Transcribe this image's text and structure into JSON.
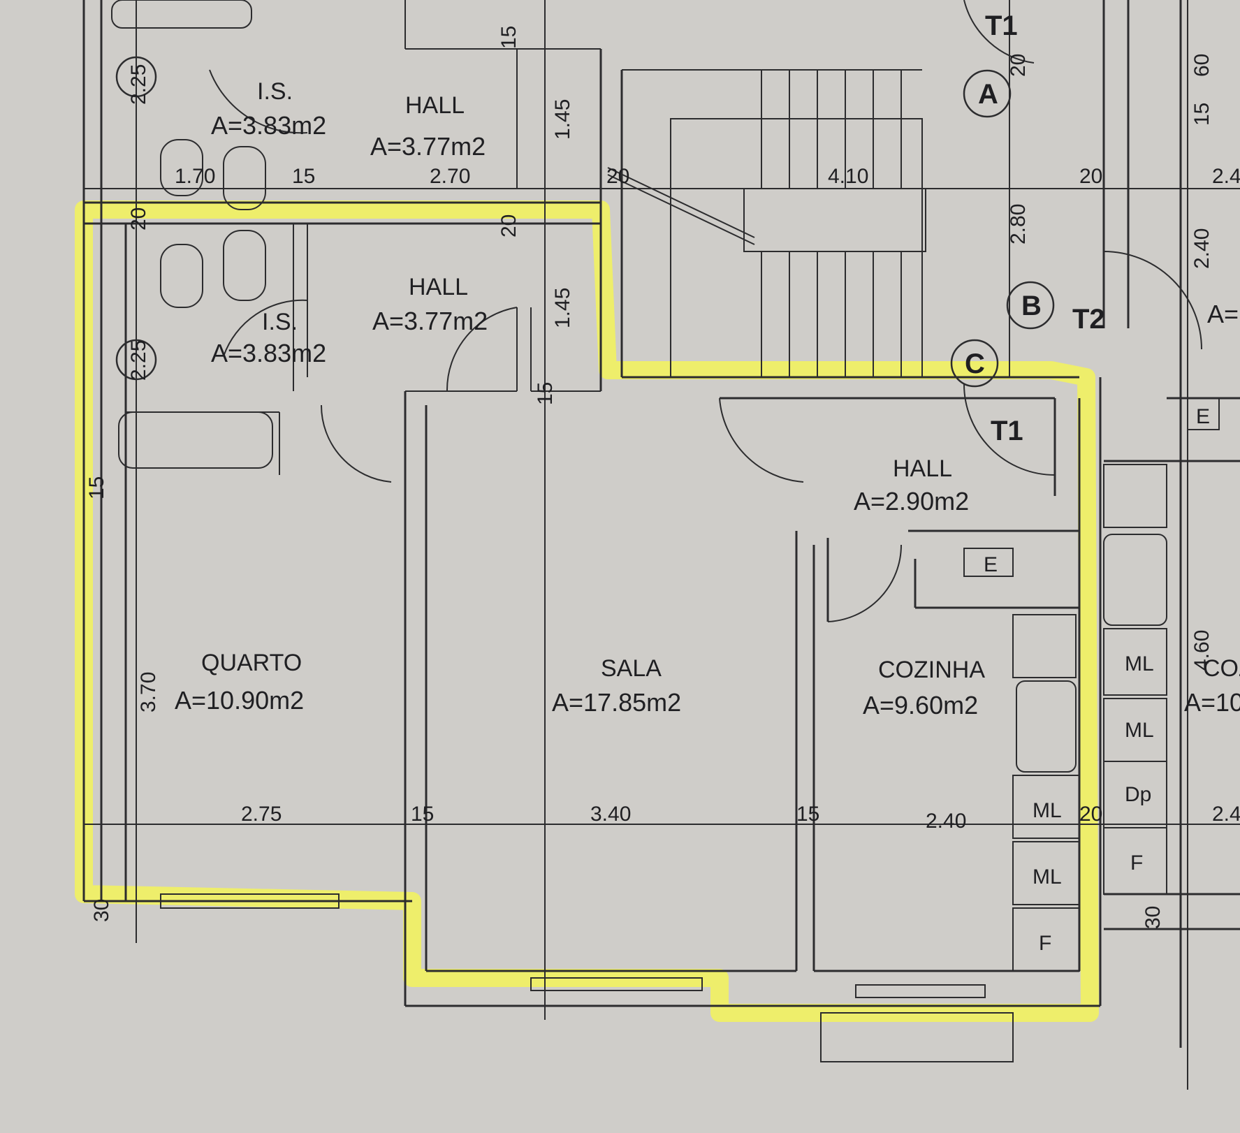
{
  "rooms": {
    "is_top": {
      "name": "I.S.",
      "area": "A=3.83m2"
    },
    "hall_top": {
      "name": "HALL",
      "area": "A=3.77m2"
    },
    "is_mid": {
      "name": "I.S.",
      "area": "A=3.83m2"
    },
    "hall_mid": {
      "name": "HALL",
      "area": "A=3.77m2"
    },
    "hall_t1": {
      "name": "HALL",
      "area": "A=2.90m2"
    },
    "quarto": {
      "name": "QUARTO",
      "area": "A=10.90m2"
    },
    "sala": {
      "name": "SALA",
      "area": "A=17.85m2"
    },
    "cozinha": {
      "name": "COZINHA",
      "area": "A=9.60m2"
    }
  },
  "dimensions": {
    "d_2_25_a": "2.25",
    "d_2_25_b": "2.25",
    "d_1_70": "1.70",
    "d_15_a": "15",
    "d_2_70": "2.70",
    "d_15_top": "15",
    "d_1_45_a": "1.45",
    "d_1_45_b": "1.45",
    "d_20_a": "20",
    "d_20_b": "20",
    "d_20_c": "20",
    "d_20_d": "20",
    "d_20_e": "20",
    "d_4_10": "4.10",
    "d_2_80": "2.80",
    "d_2_40_v": "2.40",
    "d_2_4_r": "2.4",
    "d_60": "60",
    "d_15_r": "15",
    "d_15_left": "15",
    "d_3_70": "3.70",
    "d_2_75": "2.75",
    "d_15_b": "15",
    "d_3_40": "3.40",
    "d_15_c": "15",
    "d_2_40": "2.40",
    "d_20_f": "20",
    "d_30_a": "30",
    "d_30_b": "30",
    "d_4_60": "4.60",
    "d_2_4_b": "2.4",
    "d_15_e": "15"
  },
  "tags": {
    "t1_top": "T1",
    "t2": "T2",
    "t1": "T1"
  },
  "circles": {
    "a": "A",
    "b": "B",
    "c": "C"
  },
  "fixtures": {
    "e_kitchen": "E",
    "e_right": "E",
    "ml_1": "ML",
    "ml_2": "ML",
    "ml_3": "ML",
    "ml_4": "ML",
    "f_1": "F",
    "f_2": "F",
    "dp": "Dp"
  },
  "right_partial": {
    "area_a": "A=",
    "coz": "COZ",
    "area_b": "A=10"
  },
  "colors": {
    "paper": "#cfcdc9",
    "ink": "#2c2c2e",
    "highlight": "#f3f35a"
  }
}
